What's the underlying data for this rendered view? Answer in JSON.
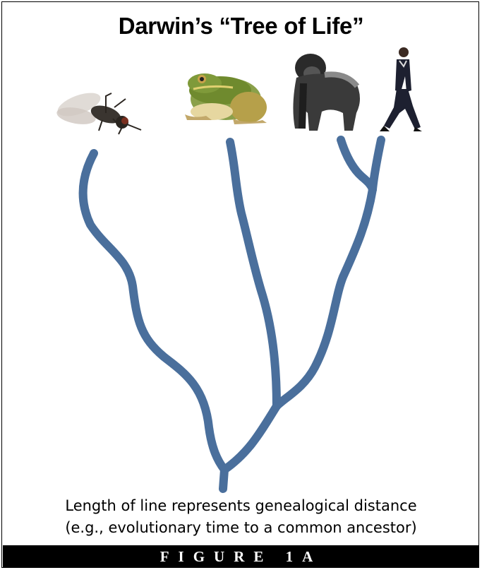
{
  "title": "Darwin’s “Tree of Life”",
  "caption": {
    "line1": "Length of line represents genealogical distance",
    "line2": "(e.g., evolutionary time to a common ancestor)"
  },
  "figure_label": "FIGURE 1A",
  "colors": {
    "branch": "#4a6f9c",
    "bar": "#000000"
  },
  "taxa": [
    {
      "id": "fly",
      "icon": "fly-icon"
    },
    {
      "id": "frog",
      "icon": "frog-icon"
    },
    {
      "id": "gorilla",
      "icon": "gorilla-icon"
    },
    {
      "id": "human",
      "icon": "human-icon"
    }
  ]
}
